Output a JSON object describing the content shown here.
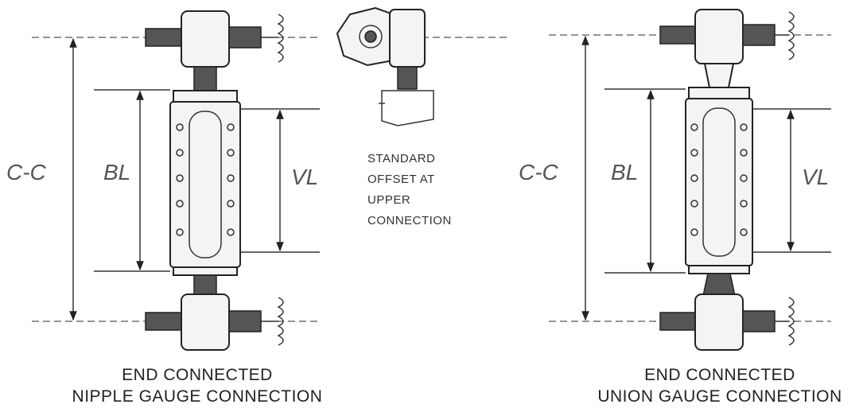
{
  "labels": {
    "cc": "C-C",
    "bl": "BL",
    "vl": "VL"
  },
  "note": {
    "line1": "STANDARD",
    "line2": "OFFSET AT",
    "line3": "UPPER",
    "line4": "CONNECTION"
  },
  "captions": {
    "left_line1": "END CONNECTED",
    "left_line2": "NIPPLE GAUGE CONNECTION",
    "right_line1": "END CONNECTED",
    "right_line2": "UNION GAUGE CONNECTION"
  }
}
